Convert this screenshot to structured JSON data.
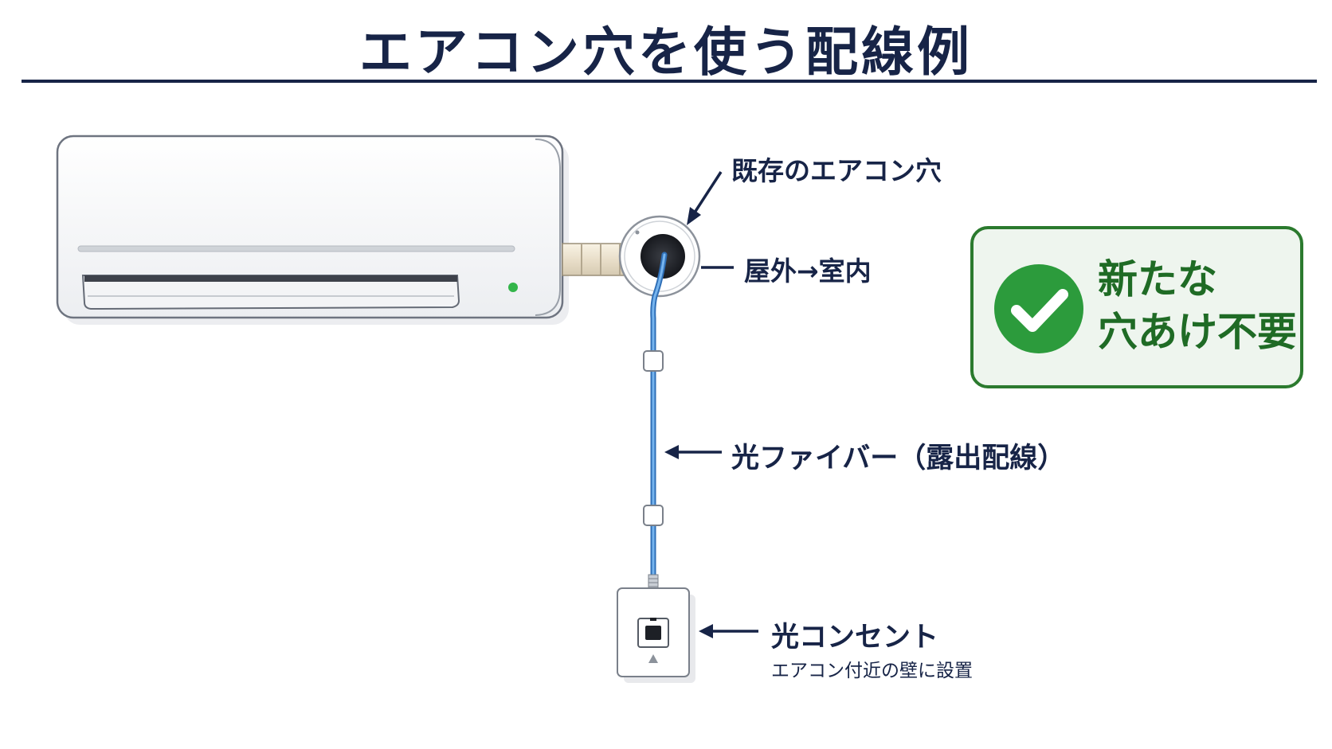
{
  "title": "エアコン穴を使う配線例",
  "labels": {
    "existing_hole": "既存のエアコン穴",
    "direction": "屋外→室内",
    "fiber": "光ファイバー（露出配線）",
    "outlet": "光コンセント",
    "outlet_note": "エアコン付近の壁に設置"
  },
  "badge": {
    "line1": "新たな",
    "line2": "穴あけ不要",
    "icon": "check-circle-icon"
  },
  "colors": {
    "navy": "#172447",
    "fiber_blue": "#4a90d9",
    "badge_green": "#2b7a2e",
    "check_green": "#2c9b3c",
    "indicator_green": "#33b54a"
  }
}
